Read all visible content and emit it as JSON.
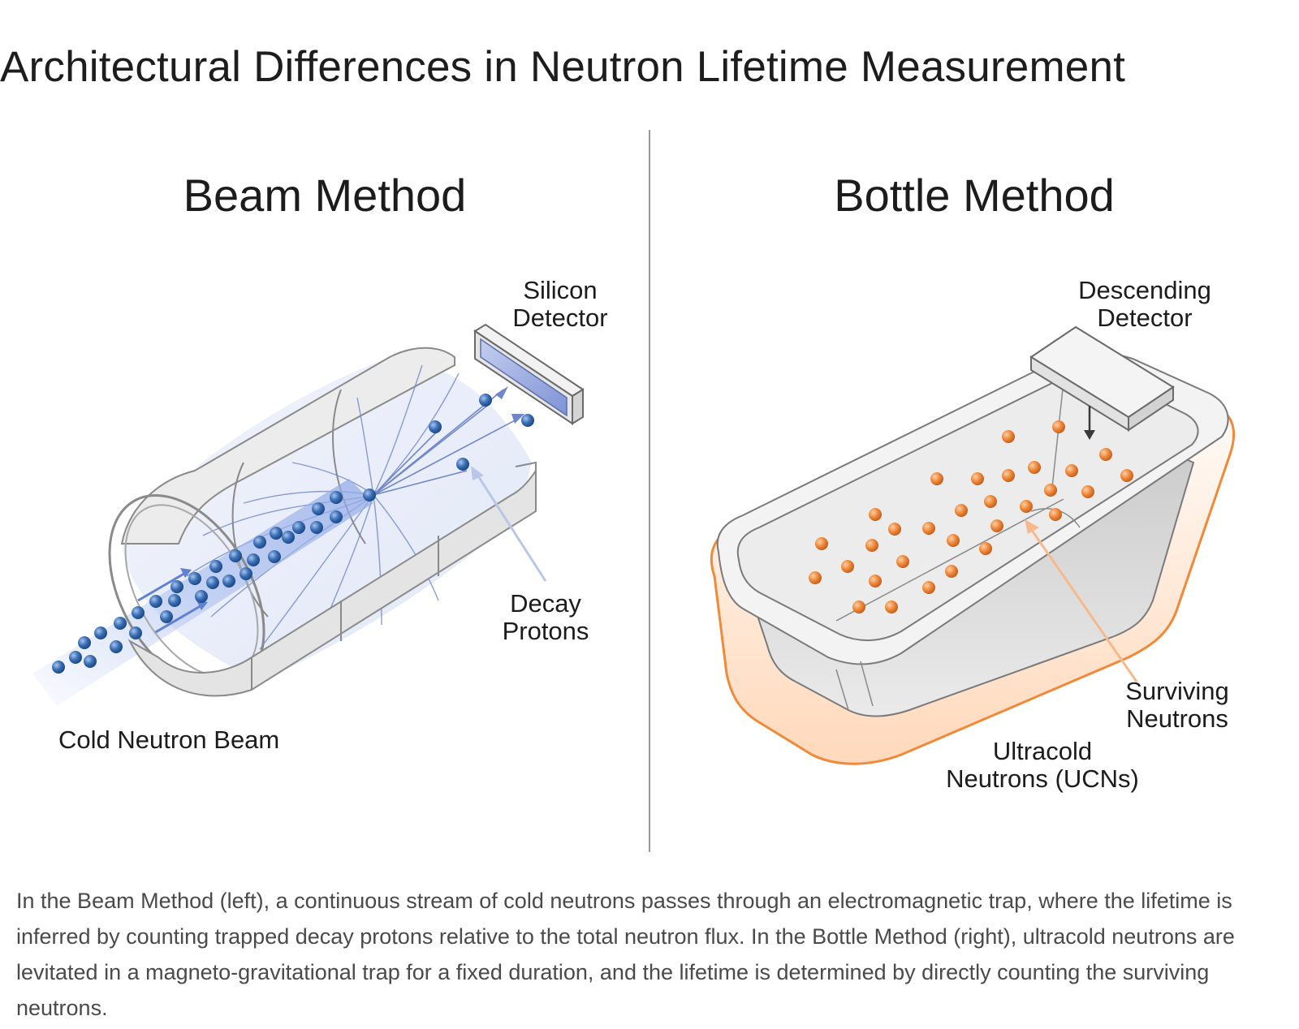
{
  "page": {
    "title": "Architectural Differences in Neutron Lifetime Measurement",
    "caption": "In the Beam Method (left), a continuous stream of cold neutrons passes through an electromagnetic trap, where the lifetime is inferred by counting trapped decay protons relative to the total neutron flux. In the Bottle Method (right), ultracold neutrons are levitated in a magneto-gravitational trap for a fixed duration, and the lifetime is determined by directly counting the surviving neutrons."
  },
  "beam_panel": {
    "title": "Beam Method",
    "labels": {
      "detector_line1": "Silicon",
      "detector_line2": "Detector",
      "protons_line1": "Decay",
      "protons_line2": "Protons",
      "beam": "Cold Neutron Beam"
    }
  },
  "bottle_panel": {
    "title": "Bottle Method",
    "labels": {
      "detector_line1": "Descending",
      "detector_line2": "Detector",
      "surviving_line1": "Surviving",
      "surviving_line2": "Neutrons",
      "ucn_line1": "Ultracold",
      "ucn_line2": "Neutrons (UCNs)"
    }
  },
  "colors": {
    "neutron_blue": "#3a6fb5",
    "beam_glow": "#9fb4e8",
    "ucn_orange": "#ee8a3c",
    "bottle_outline": "#f08a3a",
    "trap_metal": "#e6e6e6",
    "divider": "#9a9a9a"
  }
}
